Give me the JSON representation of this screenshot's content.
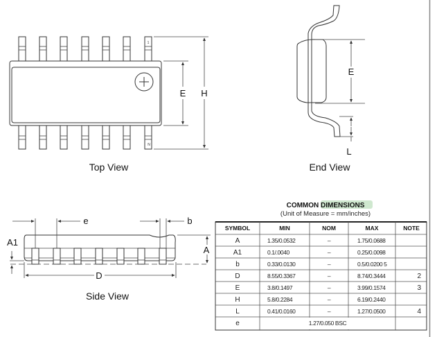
{
  "views": {
    "top": {
      "label": "Top View",
      "dim_e": "E",
      "dim_h": "H",
      "pin1_mark": "1",
      "pinN_mark": "N"
    },
    "end": {
      "label": "End View",
      "dim_e": "E",
      "dim_l": "L"
    },
    "side": {
      "label": "Side View",
      "dim_a": "A",
      "dim_a1": "A1",
      "dim_d": "D",
      "dim_e": "e",
      "dim_b": "b"
    }
  },
  "table": {
    "title_part1": "COMMON",
    "title_part2": "DIMENSIONS",
    "subtitle": "(Unit of Measure = mm/inches)",
    "highlight_color": "#cfe8cf",
    "headers": [
      "SYMBOL",
      "MIN",
      "NOM",
      "MAX",
      "NOTE"
    ],
    "rows": [
      {
        "symbol": "A",
        "min": "1.35/0.0532",
        "nom": "–",
        "max": "1.75/0.0688",
        "note": ""
      },
      {
        "symbol": "A1",
        "min": "0.1/.0040",
        "nom": "–",
        "max": "0.25/0.0098",
        "note": ""
      },
      {
        "symbol": "b",
        "min": "0.33/0.0130",
        "nom": "–",
        "max": "0.5/0.0200 5",
        "note": ""
      },
      {
        "symbol": "D",
        "min": "8.55/0.3367",
        "nom": "–",
        "max": "8.74/0.3444",
        "note": "2"
      },
      {
        "symbol": "E",
        "min": "3.8/0.1497",
        "nom": "–",
        "max": "3.99/0.1574",
        "note": "3"
      },
      {
        "symbol": "H",
        "min": "5.8/0.2284",
        "nom": "–",
        "max": "6.19/0.2440",
        "note": ""
      },
      {
        "symbol": "L",
        "min": "0.41/0.0160",
        "nom": "–",
        "max": "1.27/0.0500",
        "note": "4"
      }
    ],
    "last_row": {
      "symbol": "e",
      "value": "1.27/0.050 BSC"
    }
  }
}
